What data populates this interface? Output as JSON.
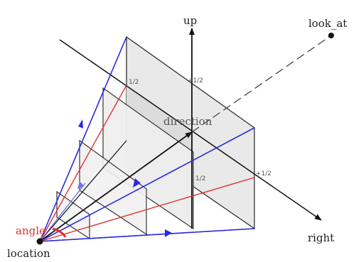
{
  "labels": {
    "up": "up",
    "look_at": "look_at",
    "direction": "direction",
    "right": "right",
    "location": "location",
    "angle": "angle",
    "tick_half_1": "1/2",
    "tick_half_2": "+1/2",
    "tick_half_3": "1/2",
    "tick_half_4": "+1/2"
  },
  "colors": {
    "frustum_edges": "#2a2ae0",
    "center_rays": "#e03030",
    "angle": "#e03030",
    "planes_fill": "#e8e8e8",
    "axes": "#111111"
  }
}
